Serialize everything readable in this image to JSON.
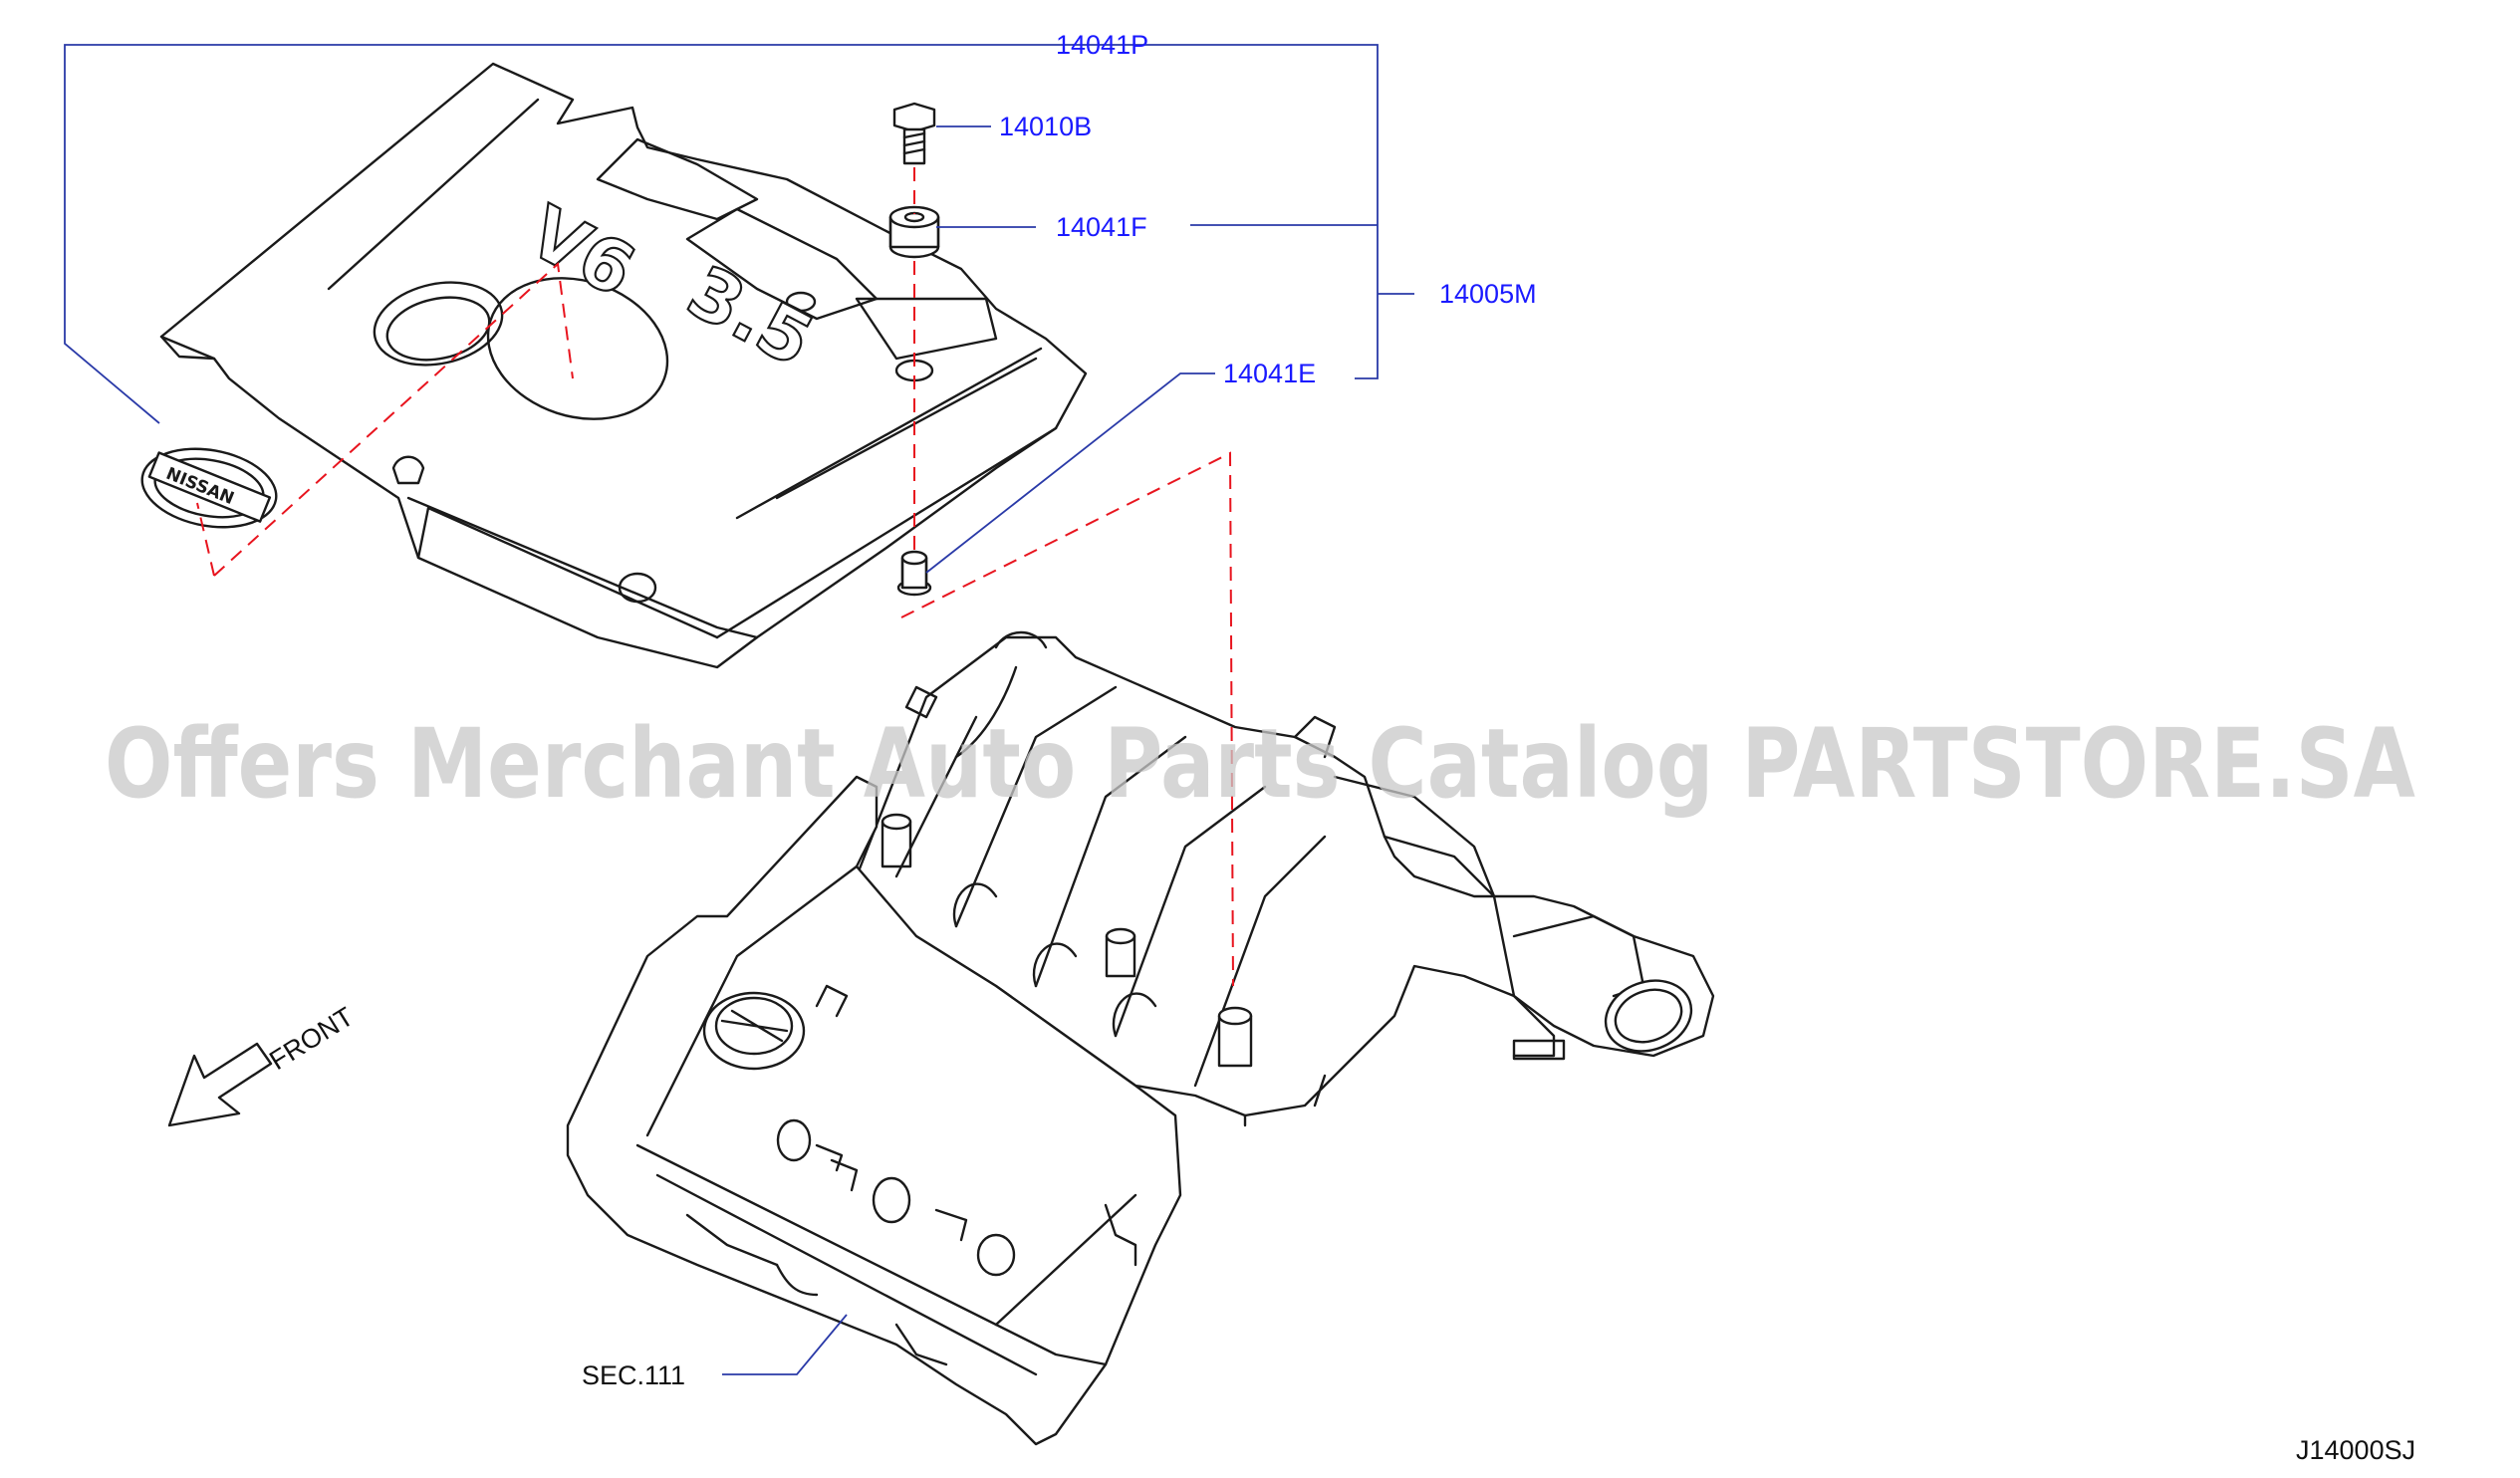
{
  "callouts": {
    "c14041P": "14041P",
    "c14010B": "14010B",
    "c14041F": "14041F",
    "c14005M": "14005M",
    "c14041E": "14041E"
  },
  "labels": {
    "front": "FRONT",
    "sec": "SEC.111",
    "diagram_code": "J14000SJ",
    "cover_v6": "V6",
    "cover_35": "3.5",
    "emblem": "NISSAN"
  },
  "watermark": "Offers Merchant Auto Parts Catalog PARTSTORE.SA",
  "colors": {
    "callout": "#1a1aff",
    "leader": "#2a3aa8",
    "dashed": "#e8141e",
    "lineart": "#1a1a1a"
  }
}
